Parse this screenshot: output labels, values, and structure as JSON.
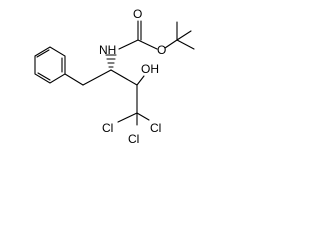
{
  "structure": {
    "atoms": {
      "nitrogen_h": "NH",
      "carbonyl_oxygen": "O",
      "ester_oxygen": "O",
      "hydroxyl": "OH",
      "chlorine_1": "Cl",
      "chlorine_2": "Cl",
      "chlorine_3": "Cl"
    }
  }
}
